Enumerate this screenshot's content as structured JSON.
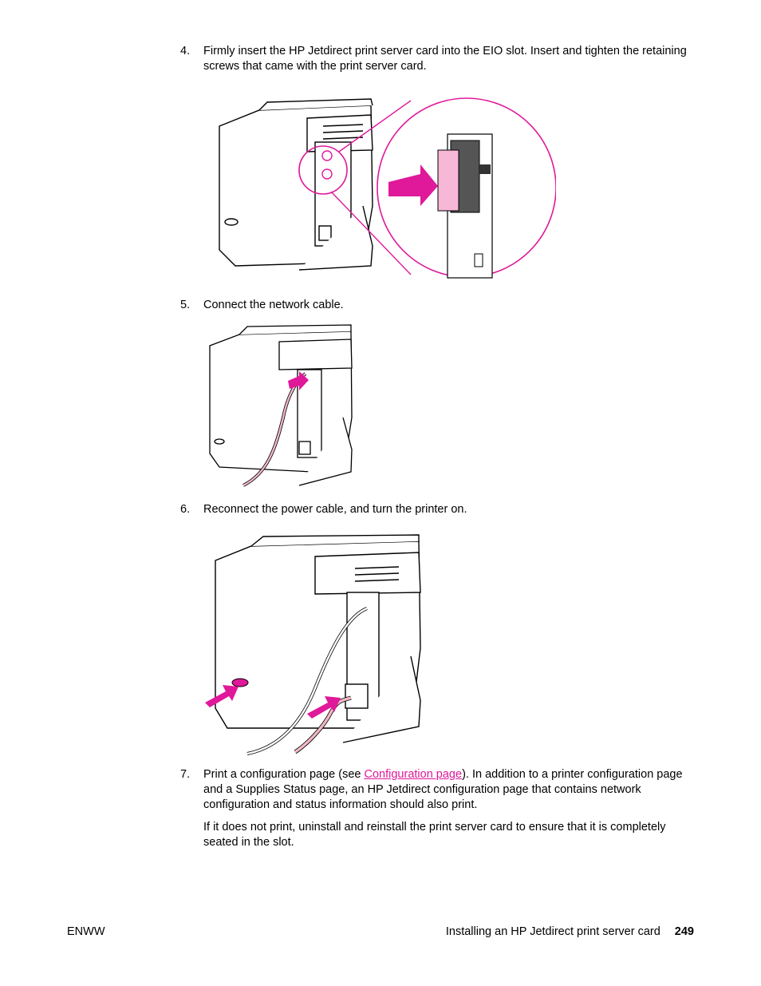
{
  "steps": [
    {
      "num": "4.",
      "text": "Firmly insert the HP Jetdirect print server card into the EIO slot. Insert and tighten the retaining screws that came with the print server card."
    },
    {
      "num": "5.",
      "text": "Connect the network cable."
    },
    {
      "num": "6.",
      "text": "Reconnect the power cable, and turn the printer on."
    },
    {
      "num": "7.",
      "text_before": "Print a configuration page (see ",
      "link": "Configuration page",
      "text_after": "). In addition to a printer configuration page and a Supplies Status page, an HP Jetdirect configuration page that contains network configuration and status information should also print."
    }
  ],
  "note": "If it does not print, uninstall and reinstall the print server card to ensure that it is completely seated in the slot.",
  "footer": {
    "left": "ENWW",
    "section": "Installing an HP Jetdirect print server card",
    "page": "249"
  },
  "colors": {
    "accent": "#e0189a",
    "arrow": "#e0189a",
    "cable": "#f2b8c6"
  }
}
